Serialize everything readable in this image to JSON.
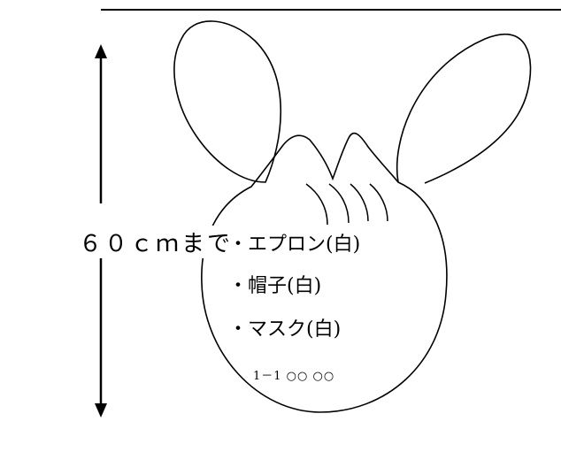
{
  "size_label": "６０ｃｍまで",
  "items": [
    "・エプロン(白)",
    "・帽子(白)",
    "・マスク(白)"
  ],
  "name_tag": "1－1 ○○ ○○"
}
